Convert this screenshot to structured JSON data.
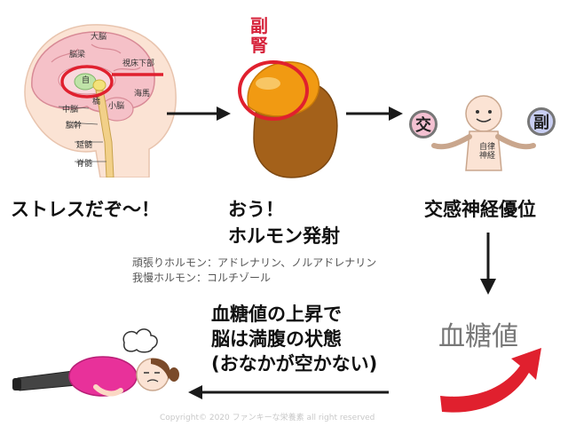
{
  "brain": {
    "labels": {
      "cerebrum": "大脳",
      "cingulate": "脳梁",
      "hypothalamus": "視床下部",
      "hippocampus": "海馬",
      "thalamus": "自",
      "cerebellum": "小脳",
      "midbrain": "中脳",
      "pons": "橋",
      "brainstem": "脳幹",
      "medulla": "延髄",
      "spinal_cord": "脊髄"
    },
    "caption": "ストレスだぞ〜！"
  },
  "adrenal": {
    "title": "副腎",
    "caption_line1": "おう！",
    "caption_line2": "ホルモン発射",
    "hormone_note_line1": "頑張りホルモン：アドレナリン、ノルアドレナリン",
    "hormone_note_line2": "我慢ホルモン：コルチゾール"
  },
  "autonomic": {
    "sympathetic_char": "交",
    "parasympathetic_char": "副",
    "bubble_text": "自律神経",
    "caption": "交感神経優位"
  },
  "glucose": {
    "label": "血糖値",
    "caption_line1": "血糖値の上昇で",
    "caption_line2": "脳は満腹の状態",
    "caption_line3": "(おなかが空かない)"
  },
  "copyright": "Copyright© 2020 ファンキーな栄養素 all right reserved",
  "colors": {
    "highlight_red": "#e0202e",
    "arrow_black": "#1a1a1a",
    "adrenal_orange": "#f19a12",
    "adrenal_brown": "#a4611a",
    "brain_pink": "#f5c1c8",
    "shirt_pink": "#e8319a"
  }
}
